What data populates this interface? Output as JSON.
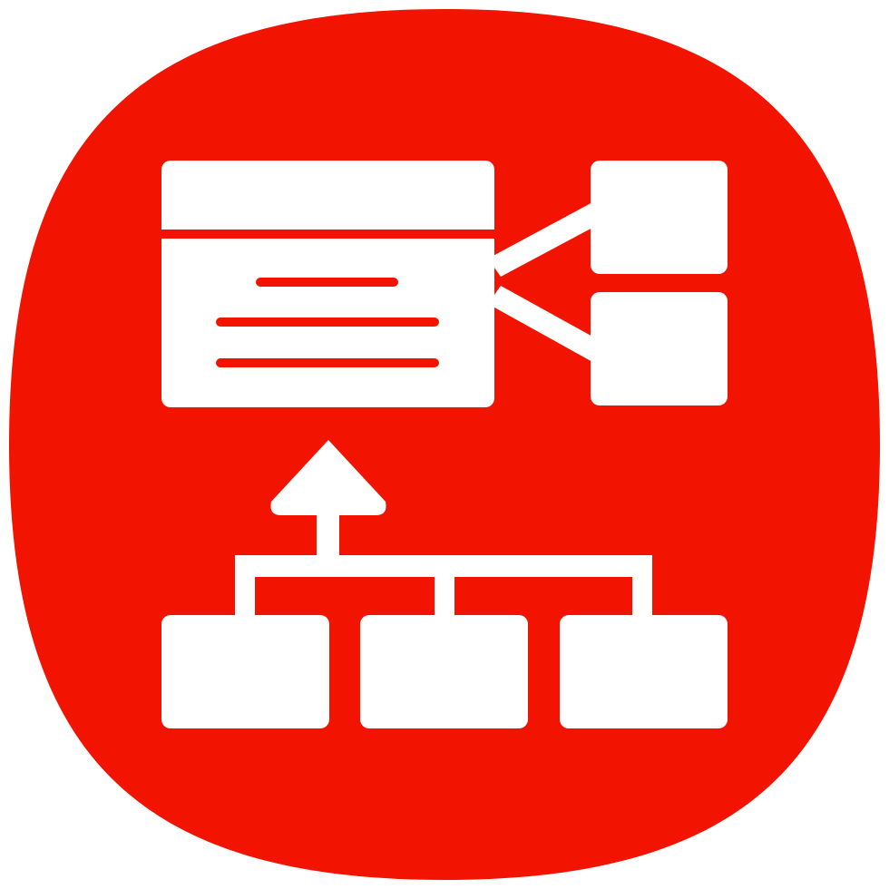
{
  "icon": {
    "name": "hierarchy-structure-icon",
    "colors": {
      "background": "#ffffff",
      "squircle": "#f21400",
      "glyph": "#ffffff",
      "cutout": "#f21400"
    },
    "parts": [
      "squircle-background",
      "document-panel",
      "child-node-top",
      "child-node-bottom",
      "connector-lines",
      "up-arrow",
      "tree-connector",
      "leaf-node-left",
      "leaf-node-center",
      "leaf-node-right"
    ]
  }
}
